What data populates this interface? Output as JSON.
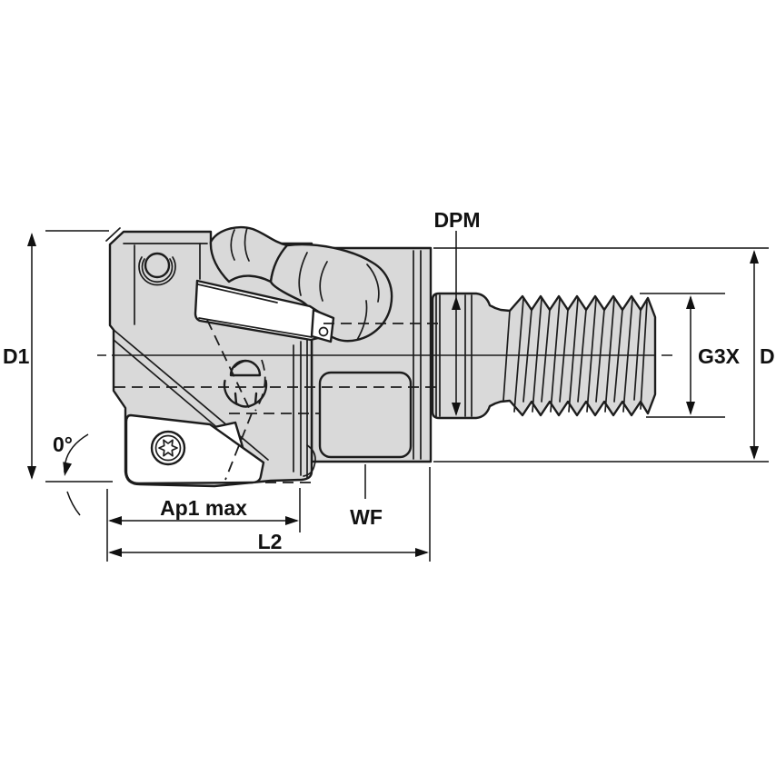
{
  "drawing": {
    "labels": {
      "dpm": "DPM",
      "d1": "D1",
      "g3x": "G3X",
      "d": "D",
      "lead_angle": "0°",
      "ap1_max": "Ap1 max",
      "wf": "WF",
      "l2": "L2"
    },
    "colors": {
      "part_fill": "#d9d9d9",
      "insert_fill": "#ffffff",
      "line": "#1c1c1c",
      "dim": "#111111",
      "background": "#ffffff"
    }
  }
}
